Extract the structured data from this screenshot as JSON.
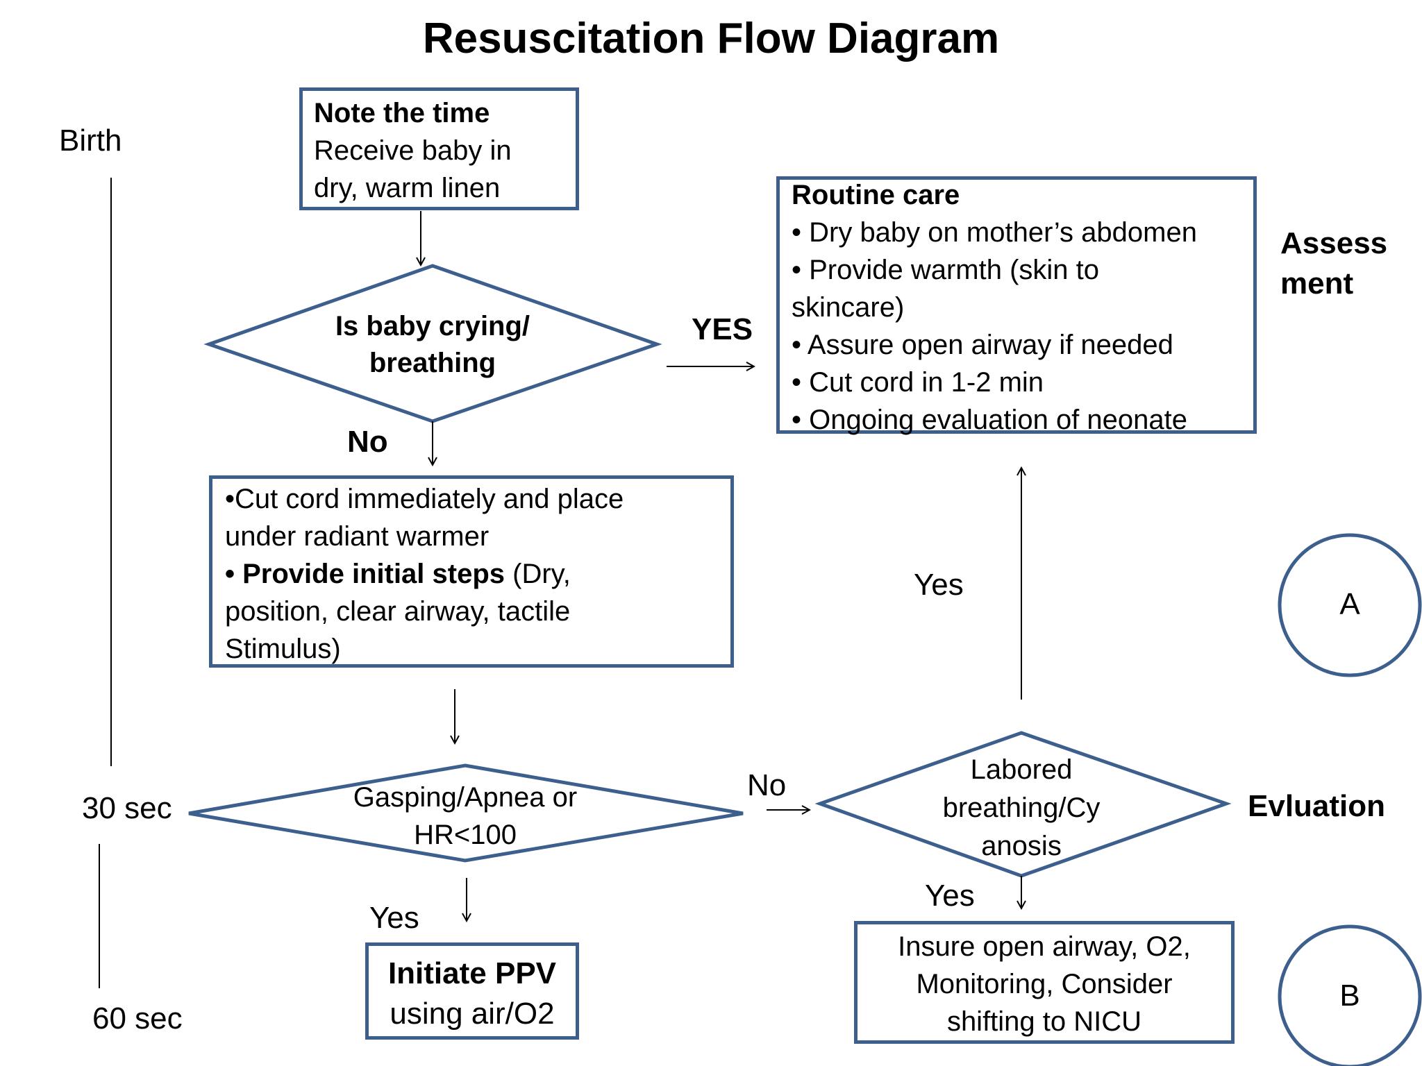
{
  "title": "Resuscitation Flow Diagram",
  "timeline": {
    "birth": "Birth",
    "sec30": "30 sec",
    "sec60": "60 sec"
  },
  "start_box": {
    "heading": "Note the time",
    "line1": "Receive baby in",
    "line2": "dry, warm linen"
  },
  "decision_crying": {
    "line1": "Is baby crying/",
    "line2": "breathing"
  },
  "labels": {
    "yes_upper": "YES",
    "no_upper": "No",
    "yes_right": "Yes",
    "no_mid": "No",
    "yes_ppv": "Yes",
    "yes_labored": "Yes"
  },
  "routine_box": {
    "heading": "Routine care",
    "line1": "• Dry baby on mother’s abdomen",
    "line2": "• Provide warmth (skin to",
    "line3": "skincare)",
    "line4": "• Assure open airway if needed",
    "line5": "• Cut cord in 1-2 min",
    "line6": "• Ongoing evaluation of neonate"
  },
  "initial_box": {
    "line1": "•Cut cord immediately and place",
    "line2": "under radiant warmer",
    "line3_bullet": "• ",
    "line3_bold": "Provide initial steps",
    "line3_rest": " (Dry,",
    "line4": "position, clear airway, tactile",
    "line5": "Stimulus)"
  },
  "decision_gasping": {
    "line1": "Gasping/Apnea or",
    "line2": "HR<100"
  },
  "decision_labored": {
    "line1": "Labored",
    "line2": "breathing/Cy",
    "line3": "anosis"
  },
  "ppv_box": {
    "line1": "Initiate PPV",
    "line2": "using air/O2"
  },
  "nicu_box": {
    "line1": "Insure open airway, O2,",
    "line2": "Monitoring, Consider",
    "line3": "shifting to NICU"
  },
  "side_labels": {
    "assessment_1": "Assess",
    "assessment_2": "ment",
    "evaluation": "Evluation"
  },
  "circles": {
    "a": "A",
    "b": "B"
  },
  "colors": {
    "shape_border": "#3D5F8E",
    "text": "#000000",
    "arrow": "#000000"
  }
}
